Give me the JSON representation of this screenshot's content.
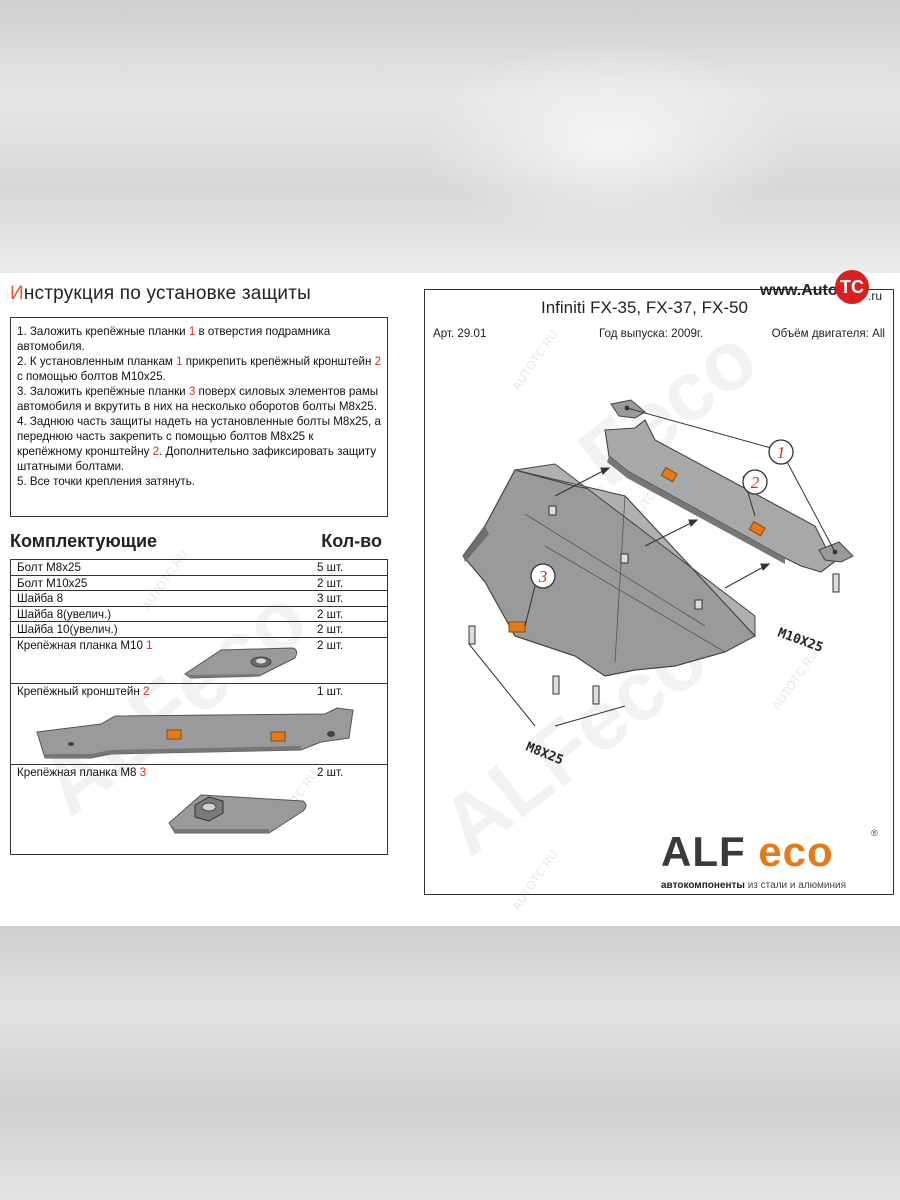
{
  "instruction": {
    "title": "Инструкция по установке защиты",
    "steps": [
      [
        "1.  Заложить крепёжные планки ",
        "1",
        " в отверстия подрамника автомобиля."
      ],
      [
        "2.  К установленным планкам ",
        "1",
        " прикрепить крепёжный кронштейн ",
        "2",
        " с помощью болтов М10х25."
      ],
      [
        "3.  Заложить крепёжные планки ",
        "3",
        " поверх силовых элементов рамы автомобиля и вкрутить в них на несколько оборотов болты М8х25."
      ],
      [
        "4.  Заднюю часть защиты надеть на установленные болты М8х25, а переднюю часть закрепить с помощью болтов М8х25 к крепёжному кронштейну ",
        "2",
        ". Дополнительно зафиксировать защиту штатными болтами."
      ],
      [
        "5.  Все точки крепления затянуть."
      ]
    ]
  },
  "kit": {
    "heading": "Комплектующие",
    "qty_heading": "Кол-во",
    "rows": [
      {
        "name": "Болт М8х25",
        "num": "",
        "qty": "5 шт."
      },
      {
        "name": "Болт М10х25",
        "num": "",
        "qty": "2 шт."
      },
      {
        "name": "Шайба 8",
        "num": "",
        "qty": "3 шт."
      },
      {
        "name": "Шайба 8(увелич.)",
        "num": "",
        "qty": "2 шт."
      },
      {
        "name": "Шайба 10(увелич.)",
        "num": "",
        "qty": "2 шт."
      },
      {
        "name": "Крепёжная планка М10 ",
        "num": "1",
        "qty": "2 шт."
      },
      {
        "name": "Крепёжный кронштейн  ",
        "num": "2",
        "qty": "1 шт."
      },
      {
        "name": "Крепёжная планка М8 ",
        "num": "3",
        "qty": "2 шт."
      }
    ]
  },
  "product": {
    "model": "Infiniti FX-35, FX-37, FX-50",
    "art": "Арт. 29.01",
    "year": "Год выпуска: 2009г.",
    "engine": "Объём двигателя: All",
    "callouts": [
      "1",
      "2",
      "3"
    ],
    "bolt_labels": [
      "M10X25",
      "M8X25"
    ]
  },
  "brand": {
    "logo_main": "ALF ",
    "logo_accent": "eco",
    "registered": "®",
    "tagline_bold": "автокомпоненты",
    "tagline_rest": " из стали и алюминия"
  },
  "site": {
    "prefix": "www.Auto",
    "tc": "TC",
    "suffix": ".ru"
  },
  "watermark": {
    "big": "ALFeco",
    "small": "AUTOTC.RU"
  },
  "colors": {
    "accent_red": "#d03020",
    "logo_orange": "#e67a1a",
    "part_gray": "#8f8f8f"
  }
}
